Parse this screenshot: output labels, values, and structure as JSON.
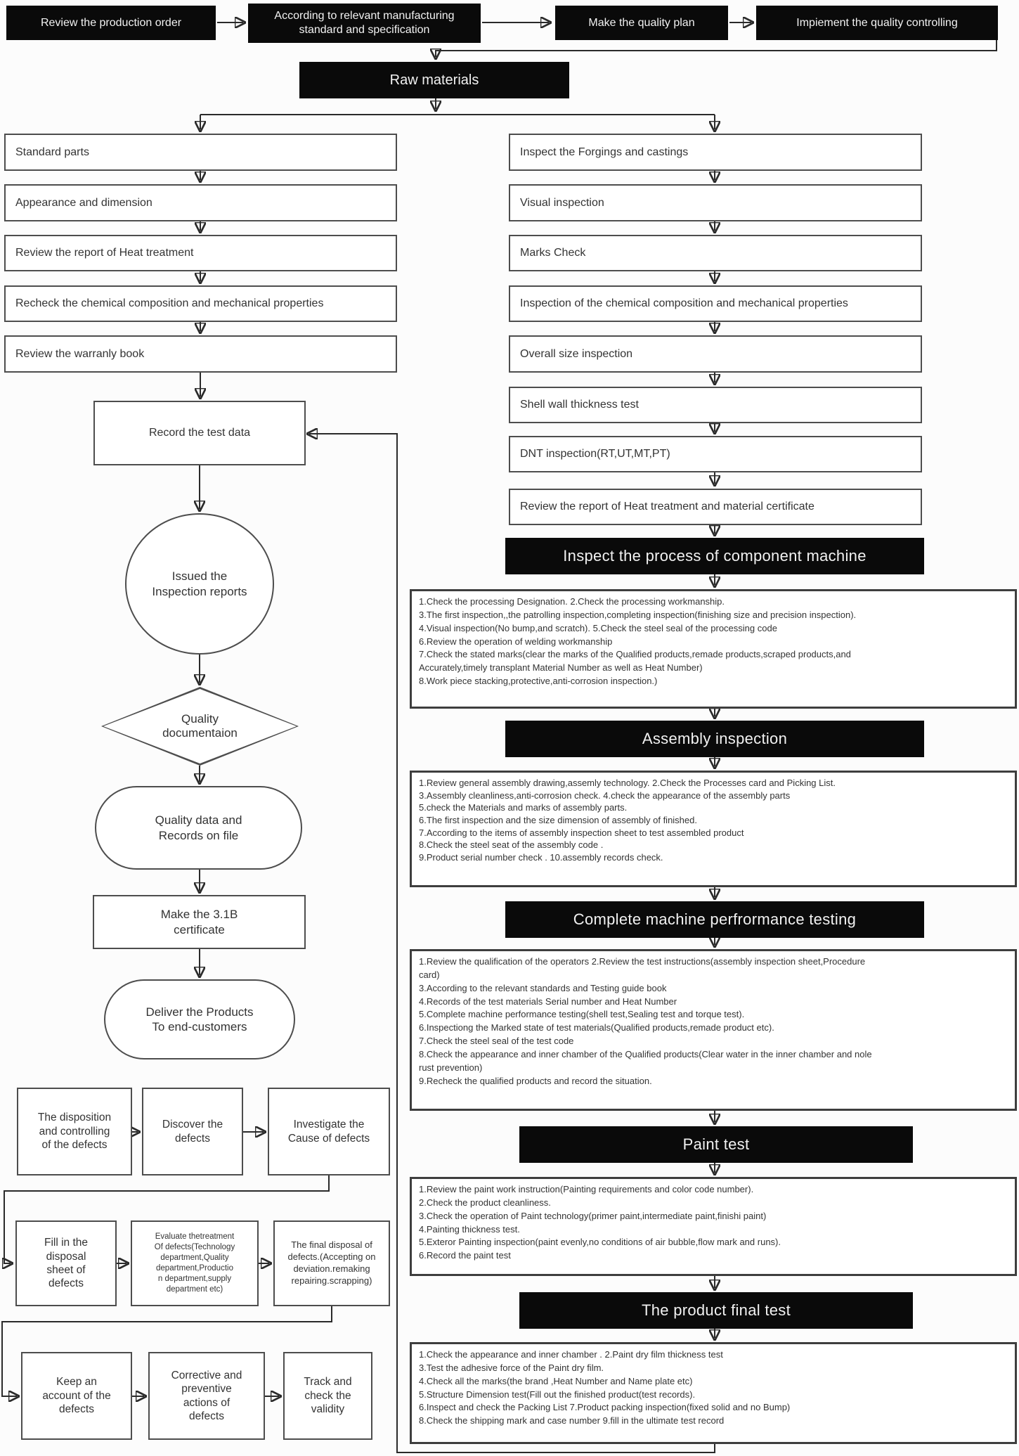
{
  "header_flow": {
    "steps": [
      "Review the production order",
      "According to relevant manufacturing\nstandard and specification",
      "Make the quality plan",
      "Impiement the quality controlling"
    ]
  },
  "raw_materials_label": "Raw materials",
  "standard_parts_branch": {
    "steps": [
      "Standard parts",
      "Appearance and dimension",
      "Review the report of Heat treatment",
      "Recheck the chemical composition and mechanical properties",
      "Review the warranly book"
    ],
    "record_label": "Record the test data",
    "issued_label": "Issued the\nInspection reports",
    "decision_label": "Quality\ndocumentaion",
    "records_file_label": "Quality data and\nRecords on file",
    "certificate_label": "Make the 3.1B\ncertificate",
    "deliver_label": "Deliver the Products\nTo end-customers"
  },
  "forgings_branch": {
    "steps": [
      "Inspect the Forgings and castings",
      "Visual inspection",
      "Marks Check",
      "Inspection of the chemical composition and mechanical properties",
      "Overall size inspection",
      "Shell wall thickness test",
      "DNT inspection(RT,UT,MT,PT)",
      "Review the report of Heat treatment and material certificate"
    ],
    "sections": [
      {
        "title": "Inspect the process of component machine",
        "details": "1.Check the processing Designation.     2.Check the processing workmanship.\n3.The first inspection,,the patrolling inspection,completing inspection(finishing size and precision inspection).\n4.Visual inspection(No bump,and scratch).     5.Check the steel seal of the processing code\n6.Review the operation of welding workmanship\n7.Check the stated marks(clear the marks of the Qualified products,remade products,scraped products,and\nAccurately,timely transplant Material Number as well as Heat Number)\n8.Work piece stacking,protective,anti-corrosion inspection.)"
      },
      {
        "title": "Assembly inspection",
        "details": "1.Review general assembly drawing,assemly technology.   2.Check the Processes card and Picking List.\n3.Assembly cleanliness,anti-corrosion check.  4.check the appearance of the assembly parts\n5.check the Materials and marks of assembly parts.\n6.The first inspection and the size dimension of assembly of finished.\n7.According to the items of assembly inspection sheet to test assembled product\n8.Check the steel seat of the assembly code .\n9.Product serial number check .  10.assembly records check."
      },
      {
        "title": "Complete machine perfrormance testing",
        "details": "1.Review the qualification of the operators   2.Review the test instructions(assembly inspection sheet,Procedure\ncard)\n3.According to the relevant standards and Testing guide book\n4.Records of the test materials Serial number and Heat Number\n5.Complete machine performance testing(shell test,Sealing test and torque test).\n6.Inspectiong the Marked state of test materials(Qualified products,remade product etc).\n7.Check the steel seal of the test code\n8.Check the appearance and inner chamber of the Qualified products(Clear water in the inner chamber and nole\nrust prevention)\n9.Recheck the qualified products and record the situation."
      },
      {
        "title": "Paint test",
        "details": "1.Review the paint work instruction(Painting requirements and color code number).\n2.Check the product cleanliness.\n3.Check the operation of Paint technology(primer paint,intermediate paint,finishi paint)\n4.Painting thickness test.\n5.Exteror Painting inspection(paint evenly,no conditions of air bubble,flow mark and runs).\n6.Record the paint test"
      },
      {
        "title": "The product final test",
        "details": "1.Check the appearance and inner chamber .  2.Paint dry film thickness test\n3.Test the adhesive force of the Paint dry film.\n4.Check all the marks(the brand ,Heat Number and Name plate etc)\n5.Structure Dimension test(Fill out the finished product(test records).\n6.Inspect and check the Packing List  7.Product packing inspection(fixed solid and no Bump)\n8.Check the shipping mark and case number  9.fill in the ultimate test record"
      }
    ]
  },
  "defects_flow": {
    "row1": [
      "The disposition\nand controlling\nof the defects",
      "Discover the\ndefects",
      "Investigate the\nCause of defects"
    ],
    "row2": [
      "Fill in the\ndisposal\nsheet of\ndefects",
      "Evaluate thetreatment\nOf defects(Technology\ndepartment,Quality\ndepartment,Productio\nn department,supply\ndepartment etc)",
      "The final disposal of\ndefects.(Accepting on\ndeviation.remaking\nrepairing.scrapping)"
    ],
    "row3": [
      "Keep an\naccount of the\ndefects",
      "Corrective and\npreventive\nactions of\ndefects",
      "Track and\ncheck the\nvalidity"
    ]
  },
  "colors": {
    "banner_bg": "#0a0a0a",
    "banner_text": "#f2f2f2",
    "box_border": "#4d4d4d",
    "text": "#333333",
    "line": "#2a2a2a",
    "background": "#fcfcfc"
  }
}
